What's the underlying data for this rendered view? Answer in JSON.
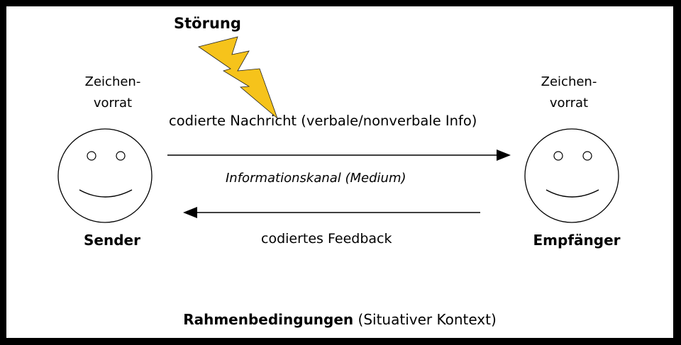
{
  "disturbance": {
    "label": "Störung",
    "color": "#f6c31b"
  },
  "sender": {
    "code_stock_line1": "Zeichen-",
    "code_stock_line2": "vorrat",
    "role": "Sender"
  },
  "receiver": {
    "code_stock_line1": "Zeichen-",
    "code_stock_line2": "vorrat",
    "role": "Empfänger"
  },
  "message_label": "codierte Nachricht (verbale/nonverbale Info)",
  "channel_label": "Informationskanal (Medium)",
  "feedback_label": "codiertes Feedback",
  "footer": {
    "bold": "Rahmenbedingungen",
    "normal": "(Situativer Kontext)"
  }
}
